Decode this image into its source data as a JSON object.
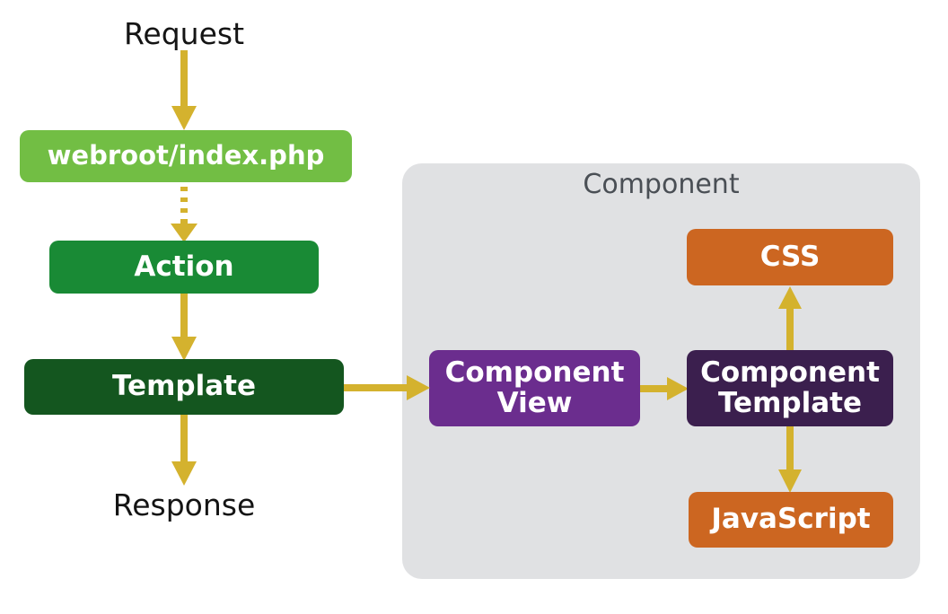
{
  "diagram": {
    "title_hidden": "CakePHP request flow and component rendering",
    "background": "#ffffff",
    "arrow_color": "#d4b22e"
  },
  "labels": {
    "request": "Request",
    "response": "Response"
  },
  "panel": {
    "title": "Component",
    "fill": "#e0e1e3",
    "title_color": "#4a4f55"
  },
  "nodes": {
    "webroot": {
      "label": "webroot/index.php",
      "fill": "#72be44",
      "text_color": "#ffffff"
    },
    "action": {
      "label": "Action",
      "fill": "#198a35",
      "text_color": "#ffffff"
    },
    "template": {
      "label": "Template",
      "fill": "#14561f",
      "text_color": "#ffffff"
    },
    "component_view": {
      "label": "Component\nView",
      "line1": "Component",
      "line2": "View",
      "fill": "#6b2d8e",
      "text_color": "#ffffff"
    },
    "component_template": {
      "label": "Component\nTemplate",
      "line1": "Component",
      "line2": "Template",
      "fill": "#3b1f4e",
      "text_color": "#ffffff"
    },
    "css": {
      "label": "CSS",
      "fill": "#cc6621",
      "text_color": "#ffffff"
    },
    "javascript": {
      "label": "JavaScript",
      "fill": "#cc6621",
      "text_color": "#ffffff"
    }
  },
  "edges": [
    {
      "name": "request-to-webroot",
      "from": "Request",
      "to": "webroot/index.php",
      "style": "solid",
      "direction": "down"
    },
    {
      "name": "webroot-to-action",
      "from": "webroot/index.php",
      "to": "Action",
      "style": "dotted",
      "direction": "down"
    },
    {
      "name": "action-to-template",
      "from": "Action",
      "to": "Template",
      "style": "solid",
      "direction": "down"
    },
    {
      "name": "template-to-response",
      "from": "Template",
      "to": "Response",
      "style": "solid",
      "direction": "down"
    },
    {
      "name": "template-to-component-view",
      "from": "Template",
      "to": "Component View",
      "style": "solid",
      "direction": "right"
    },
    {
      "name": "component-view-to-component-template",
      "from": "Component View",
      "to": "Component Template",
      "style": "solid",
      "direction": "right"
    },
    {
      "name": "component-template-to-css",
      "from": "Component Template",
      "to": "CSS",
      "style": "solid",
      "direction": "up"
    },
    {
      "name": "component-template-to-javascript",
      "from": "Component Template",
      "to": "JavaScript",
      "style": "solid",
      "direction": "down"
    }
  ]
}
